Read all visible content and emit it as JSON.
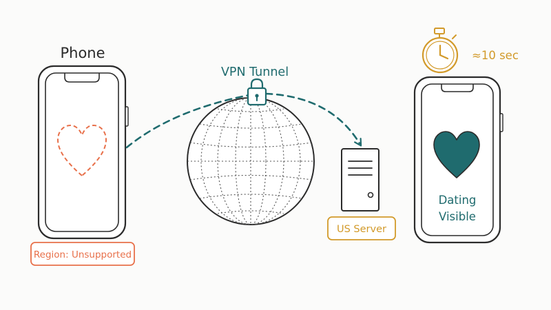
{
  "phone_left": {
    "title": "Phone",
    "region_label": "Region: Unsupported"
  },
  "tunnel": {
    "label": "VPN Tunnel"
  },
  "server": {
    "label": "US Server"
  },
  "phone_right": {
    "timer_label": "≈10 sec",
    "status_line1": "Dating",
    "status_line2": "Visible"
  },
  "colors": {
    "ink": "#2b2b2b",
    "teal": "#1f6b6e",
    "orange": "#e8704a",
    "gold": "#d29a2a",
    "background": "#fbfbfa"
  },
  "icons": {
    "left_heart": "heart-outline-icon",
    "right_heart": "heart-filled-icon",
    "lock": "lock-icon",
    "stopwatch": "stopwatch-icon",
    "globe": "globe-icon",
    "server": "server-icon"
  }
}
